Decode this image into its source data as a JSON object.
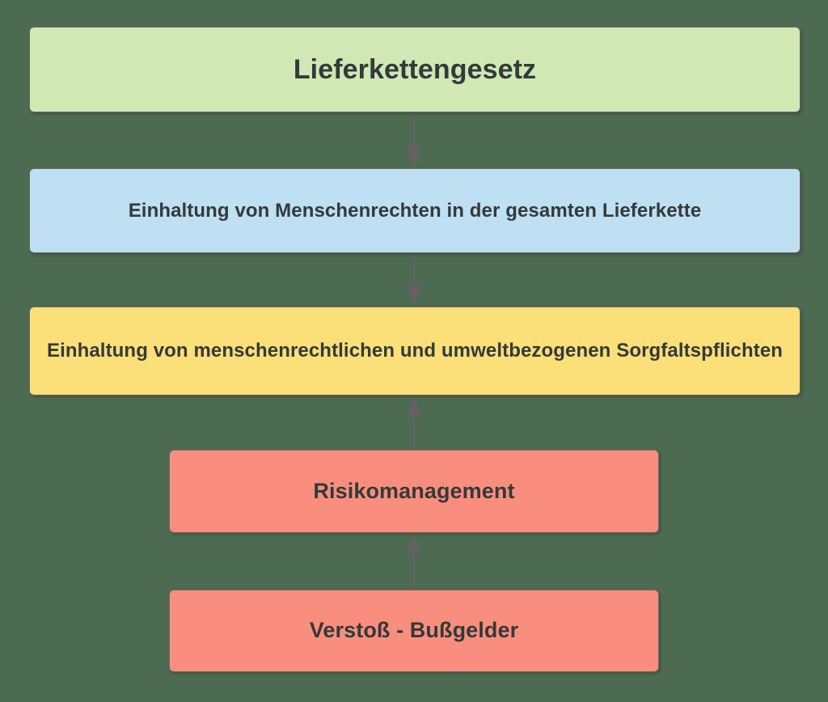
{
  "diagram": {
    "title": "Lieferkettengesetz",
    "background_color": "#4d6b50",
    "text_color": "#333a3a",
    "border_color": "#6f656b",
    "edge_color": "#665f66",
    "type": "flowchart",
    "orientation": "vertical",
    "nodes": [
      {
        "id": "lieferkettengesetz",
        "label": "Lieferkettengesetz",
        "color": "#cfe8b4",
        "level": 1
      },
      {
        "id": "menschenrechte",
        "label": "Einhaltung von Menschenrechten in der gesamten Lieferkette",
        "color": "#bfdff2",
        "level": 2
      },
      {
        "id": "sorgfaltspflichten",
        "label": "Einhaltung von menschenrechtlichen und umweltbezogenen Sorgfaltspflichten",
        "color": "#fbdf78",
        "level": 3
      },
      {
        "id": "risikomanagement",
        "label": "Risikomanagement",
        "color": "#fa8e7e",
        "level": 4
      },
      {
        "id": "verstoss",
        "label": "Verstoß - Bußgelder",
        "color": "#fa8e7e",
        "level": 5
      }
    ],
    "edges": [
      {
        "from": "lieferkettengesetz",
        "to": "menschenrechte",
        "direction": "down"
      },
      {
        "from": "menschenrechte",
        "to": "sorgfaltspflichten",
        "direction": "down"
      },
      {
        "from": "risikomanagement",
        "to": "sorgfaltspflichten",
        "direction": "up"
      },
      {
        "from": "verstoss",
        "to": "risikomanagement",
        "direction": "up"
      }
    ]
  }
}
